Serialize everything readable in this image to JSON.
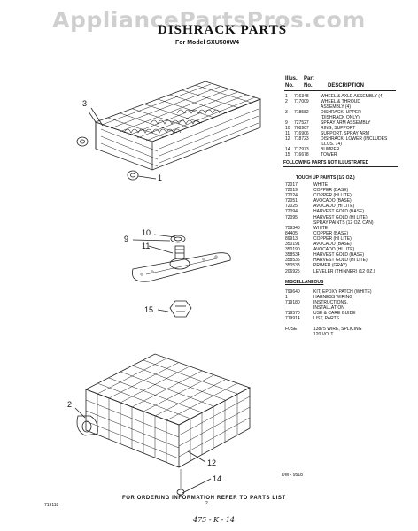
{
  "watermark": "AppliancePartsPros.com",
  "title": "DISHRACK PARTS",
  "subtitle": "For Model SXU500W4",
  "table_header": {
    "illus": "Illus.",
    "no": "No.",
    "part": "Part",
    "part_no": "No.",
    "description": "DESCRIPTION"
  },
  "parts": [
    {
      "no": "1",
      "part": "716348",
      "desc": "WHEEL & AXLE ASSEMBLY (4)"
    },
    {
      "no": "2",
      "part": "717009",
      "desc": "WHEEL & THROUD"
    },
    {
      "no": "",
      "part": "",
      "desc": "ASSEMBLY (4)"
    },
    {
      "no": "3",
      "part": "718582",
      "desc": "DISHRACK, UPPER"
    },
    {
      "no": "",
      "part": "",
      "desc": "(DISHRACK ONLY)"
    },
    {
      "no": "9",
      "part": "727527",
      "desc": "SPRAY ARM ASSEMBLY"
    },
    {
      "no": "10",
      "part": "708907",
      "desc": "RING, SUPPORT"
    },
    {
      "no": "11",
      "part": "716906",
      "desc": "SUPPORT, SPRAY ARM"
    },
    {
      "no": "12",
      "part": "718723",
      "desc": "DISHRACK, LOWER (INCLUDES"
    },
    {
      "no": "",
      "part": "",
      "desc": "ILLUS. 14)"
    },
    {
      "no": "14",
      "part": "717973",
      "desc": "BUMPER"
    },
    {
      "no": "15",
      "part": "716678",
      "desc": "TOWER"
    }
  ],
  "not_illustrated": "FOLLOWING PARTS NOT ILLUSTRATED",
  "touch_up_header": "TOUCH UP PAINTS (1/2 OZ.)",
  "touch_up": [
    {
      "part": "72017",
      "desc": "WHITE"
    },
    {
      "part": "72019",
      "desc": "COPPER (BASE)"
    },
    {
      "part": "72024",
      "desc": "COPPER (HI LITE)"
    },
    {
      "part": "72051",
      "desc": "AVOCADO (BASE)"
    },
    {
      "part": "72025",
      "desc": "AVOCADO (HI LITE)"
    },
    {
      "part": "72094",
      "desc": "HARVEST GOLD (BASE)"
    },
    {
      "part": "72095",
      "desc": "HARVEST GOLD (HI LITE)"
    },
    {
      "part": "",
      "desc": "SPRAY PAINTS (12 OZ. CAN)"
    },
    {
      "part": "759348",
      "desc": "WHITE"
    },
    {
      "part": "84405",
      "desc": "COPPER (BASE)"
    },
    {
      "part": "89913",
      "desc": "COPPER (HI LITE)"
    },
    {
      "part": "350191",
      "desc": "AVOCADO (BASE)"
    },
    {
      "part": "350190",
      "desc": "AVOCADO (HI LITE)"
    },
    {
      "part": "358534",
      "desc": "HARVEST GOLD (BASE)"
    },
    {
      "part": "358535",
      "desc": "HARVEST GOLD (HI LITE)"
    },
    {
      "part": "350538",
      "desc": "PRIMER (GRAY)"
    },
    {
      "part": "206925",
      "desc": "LEVELER (THINNER) (12 OZ.)"
    }
  ],
  "misc_header": "MISCELLANEOUS",
  "misc": [
    {
      "part": "799640",
      "desc": "KIT, EPOXY PATCH (WHITE)"
    },
    {
      "part": "1",
      "desc": "HARNESS WIRING"
    },
    {
      "part": "719180",
      "desc": "INSTRUCTIONS,"
    },
    {
      "part": "",
      "desc": "INSTALLATION"
    },
    {
      "part": "719570",
      "desc": "USE & CARE GUIDE"
    },
    {
      "part": "719914",
      "desc": "LIST, PARTS"
    },
    {
      "part": "",
      "desc": ""
    },
    {
      "part": "FUSE",
      "desc": "13875 WIRE, SPLICING"
    },
    {
      "part": "",
      "desc": "120 VOLT"
    }
  ],
  "callouts": {
    "c3": "3",
    "c1": "1",
    "c9": "9",
    "c10": "10",
    "c11": "11",
    "c15": "15",
    "c2": "2",
    "c12": "12",
    "c14": "14"
  },
  "diagram_code": "DW - 9518",
  "footer": "FOR ORDERING INFORMATION REFER TO PARTS LIST",
  "footer_left": "719118",
  "page_number": "2",
  "handwritten": "475 - K - 14"
}
